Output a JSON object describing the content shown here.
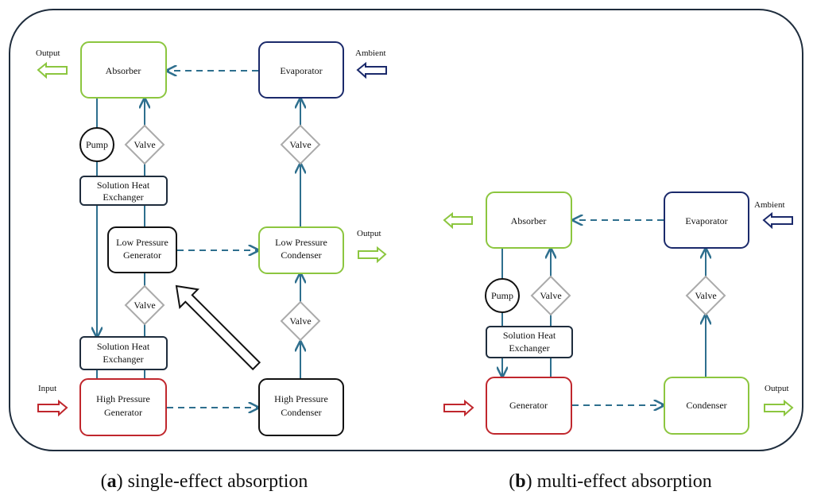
{
  "left": {
    "absorber": "Absorber",
    "evaporator": "Evaporator",
    "pump": "Pump",
    "valve_abs": "Valve",
    "valve_evap": "Valve",
    "shx_top_1": "Solution Heat",
    "shx_top_2": "Exchanger",
    "lpg_1": "Low Pressure",
    "lpg_2": "Generator",
    "lpc_1": "Low Pressure",
    "lpc_2": "Condenser",
    "valve_mid": "Valve",
    "valve_cond": "Valve",
    "shx_bot_1": "Solution Heat",
    "shx_bot_2": "Exchanger",
    "hpg_1": "High Pressure",
    "hpg_2": "Generator",
    "hpc_1": "High Pressure",
    "hpc_2": "Condenser",
    "label_output_top": "Output",
    "label_ambient": "Ambient",
    "label_output_mid": "Output",
    "label_input": "Input"
  },
  "right": {
    "absorber": "Absorber",
    "evaporator": "Evaporator",
    "pump": "Pump",
    "valve_abs": "Valve",
    "valve_evap": "Valve",
    "shx_1": "Solution Heat",
    "shx_2": "Exchanger",
    "generator": "Generator",
    "condenser": "Condenser",
    "label_ambient": "Ambient",
    "label_output": "Output"
  },
  "captions": {
    "a_letter": "a",
    "a_text": ") single-effect absorption",
    "b_letter": "b",
    "b_text": ") multi-effect absorption"
  },
  "colors": {
    "frame": "#1f2d3d",
    "green": "#8cc63f",
    "navy": "#1b2a6b",
    "red": "#c0272d",
    "teal": "#2e6f8e",
    "gray": "#aaaaaa",
    "black": "#111111"
  }
}
